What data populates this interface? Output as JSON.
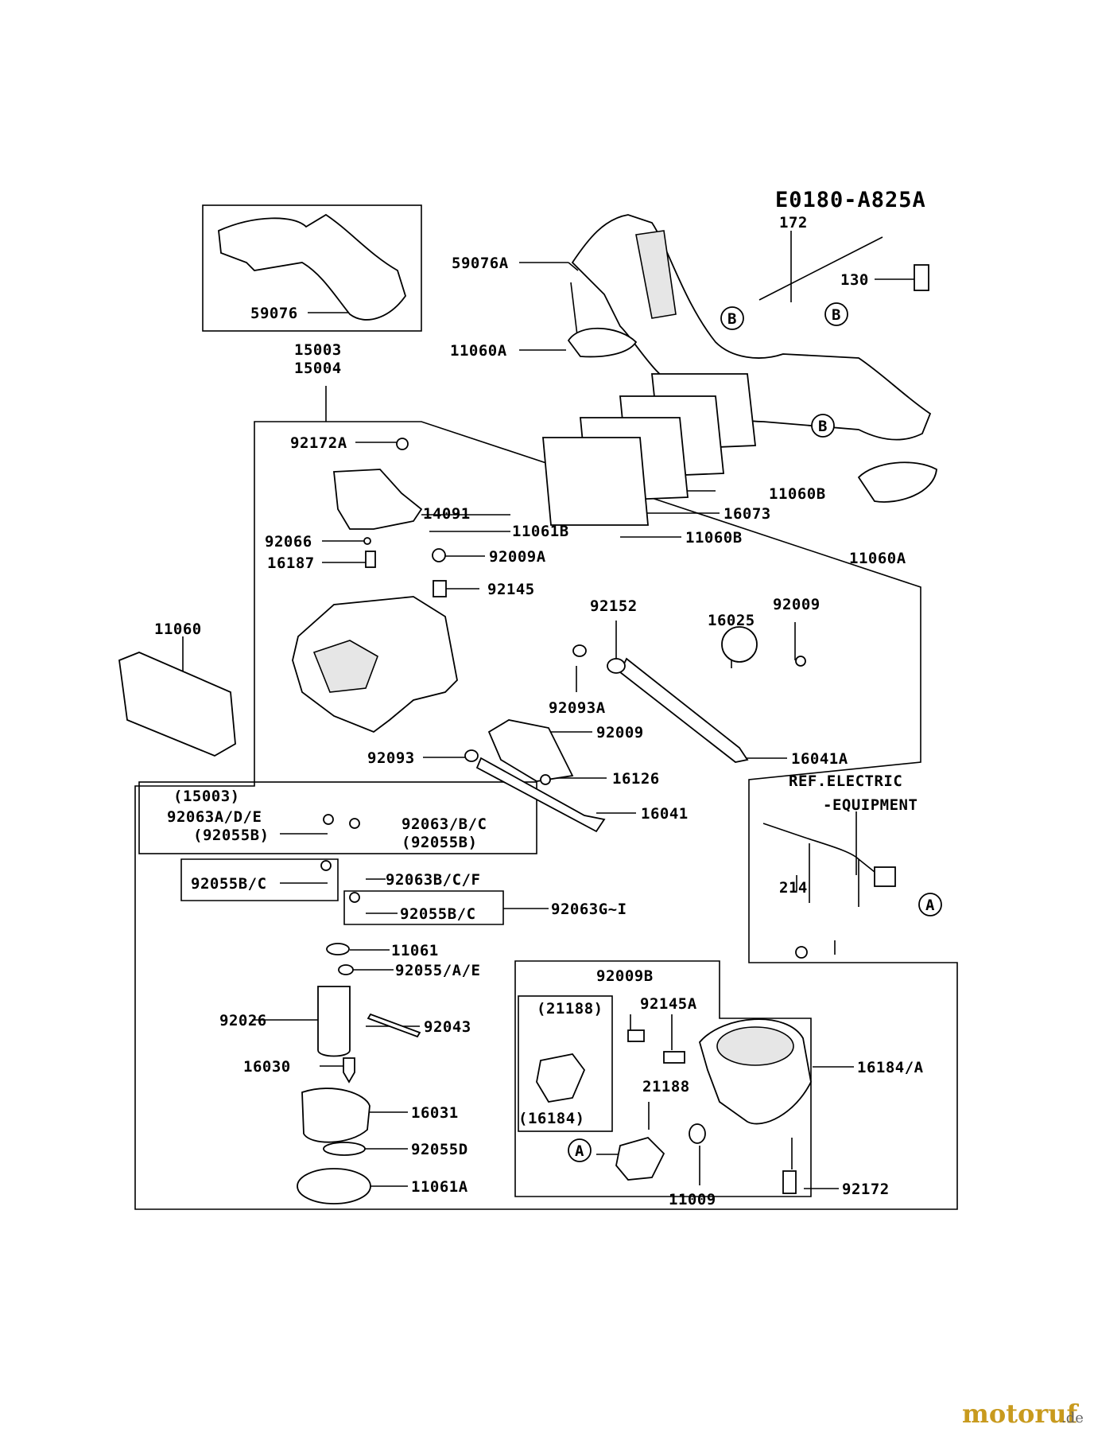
{
  "diagram_code": "E0180-A825A",
  "labels": {
    "p59076": "59076",
    "p15003": "15003",
    "p15004": "15004",
    "p59076A": "59076A",
    "p11060A_top": "11060A",
    "p172": "172",
    "p130": "130",
    "p92172A": "92172A",
    "p14091": "14091",
    "p11061B": "11061B",
    "p11060B_1": "11060B",
    "p16073": "16073",
    "p11060B_2": "11060B",
    "p11060A_right": "11060A",
    "p92066": "92066",
    "p16187": "16187",
    "p92009A": "92009A",
    "p92145": "92145",
    "p92152": "92152",
    "p92009_a": "92009",
    "p16025": "16025",
    "p11060": "11060",
    "p92093A": "92093A",
    "p92009_b": "92009",
    "p16041A": "16041A",
    "p92093": "92093",
    "p16126": "16126",
    "ref_electric_1": "REF.ELECTRIC",
    "ref_electric_2": "-EQUIPMENT",
    "p15003_paren": "(15003)",
    "p92063ADE": "92063A/D/E",
    "p92063BC": "92063/B/C",
    "p92055B_l": "(92055B)",
    "p92055B_r": "(92055B)",
    "p16041": "16041",
    "p92055BC_1": "92055B/C",
    "p92063BCF": "92063B/C/F",
    "p92055BC_2": "92055B/C",
    "p92063GI": "92063G~I",
    "p214": "214",
    "p11061": "11061",
    "p92055AE": "92055/A/E",
    "p92009B": "92009B",
    "p92145A": "92145A",
    "p21188_paren": "(21188)",
    "p16184A": "16184/A",
    "p92026": "92026",
    "p92043": "92043",
    "p21188": "21188",
    "p16184_paren": "(16184)",
    "p16030": "16030",
    "p16031": "16031",
    "p92055D": "92055D",
    "p11061A": "11061A",
    "p11009": "11009",
    "p92172": "92172"
  },
  "callouts": {
    "b1": "B",
    "b2": "B",
    "b3": "B",
    "a1": "A",
    "a2": "A"
  },
  "watermark": {
    "brand": "motoruf",
    "tld": ".de"
  }
}
